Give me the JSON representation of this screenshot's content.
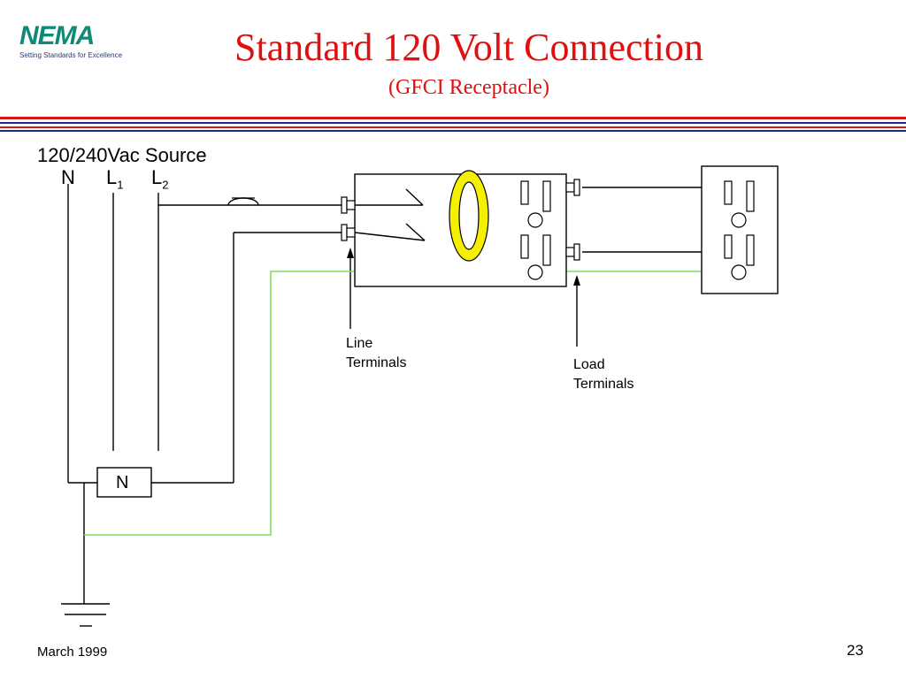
{
  "header": {
    "logo_text": "NEMA",
    "logo_tagline": "Setting Standards for Excellence",
    "title": "Standard 120 Volt Connection",
    "subtitle": "(GFCI Receptacle)"
  },
  "diagram": {
    "source_label": "120/240Vac Source",
    "conductors": {
      "n": "N",
      "l1_base": "L",
      "l1_sub": "1",
      "l2_base": "L",
      "l2_sub": "2"
    },
    "neutral_block_label": "N",
    "line_terminals_label": [
      "Line",
      "Terminals"
    ],
    "load_terminals_label": [
      "Load",
      "Terminals"
    ]
  },
  "colors": {
    "title": "#e01010",
    "rule_red": "#d01818",
    "rule_blue": "#1a2a88",
    "ground_wire": "#7fe05a",
    "sensor_ring": "#f5ef00",
    "logo_teal": "#0f8a78"
  },
  "footer": {
    "date": "March 1999",
    "page": "23"
  }
}
